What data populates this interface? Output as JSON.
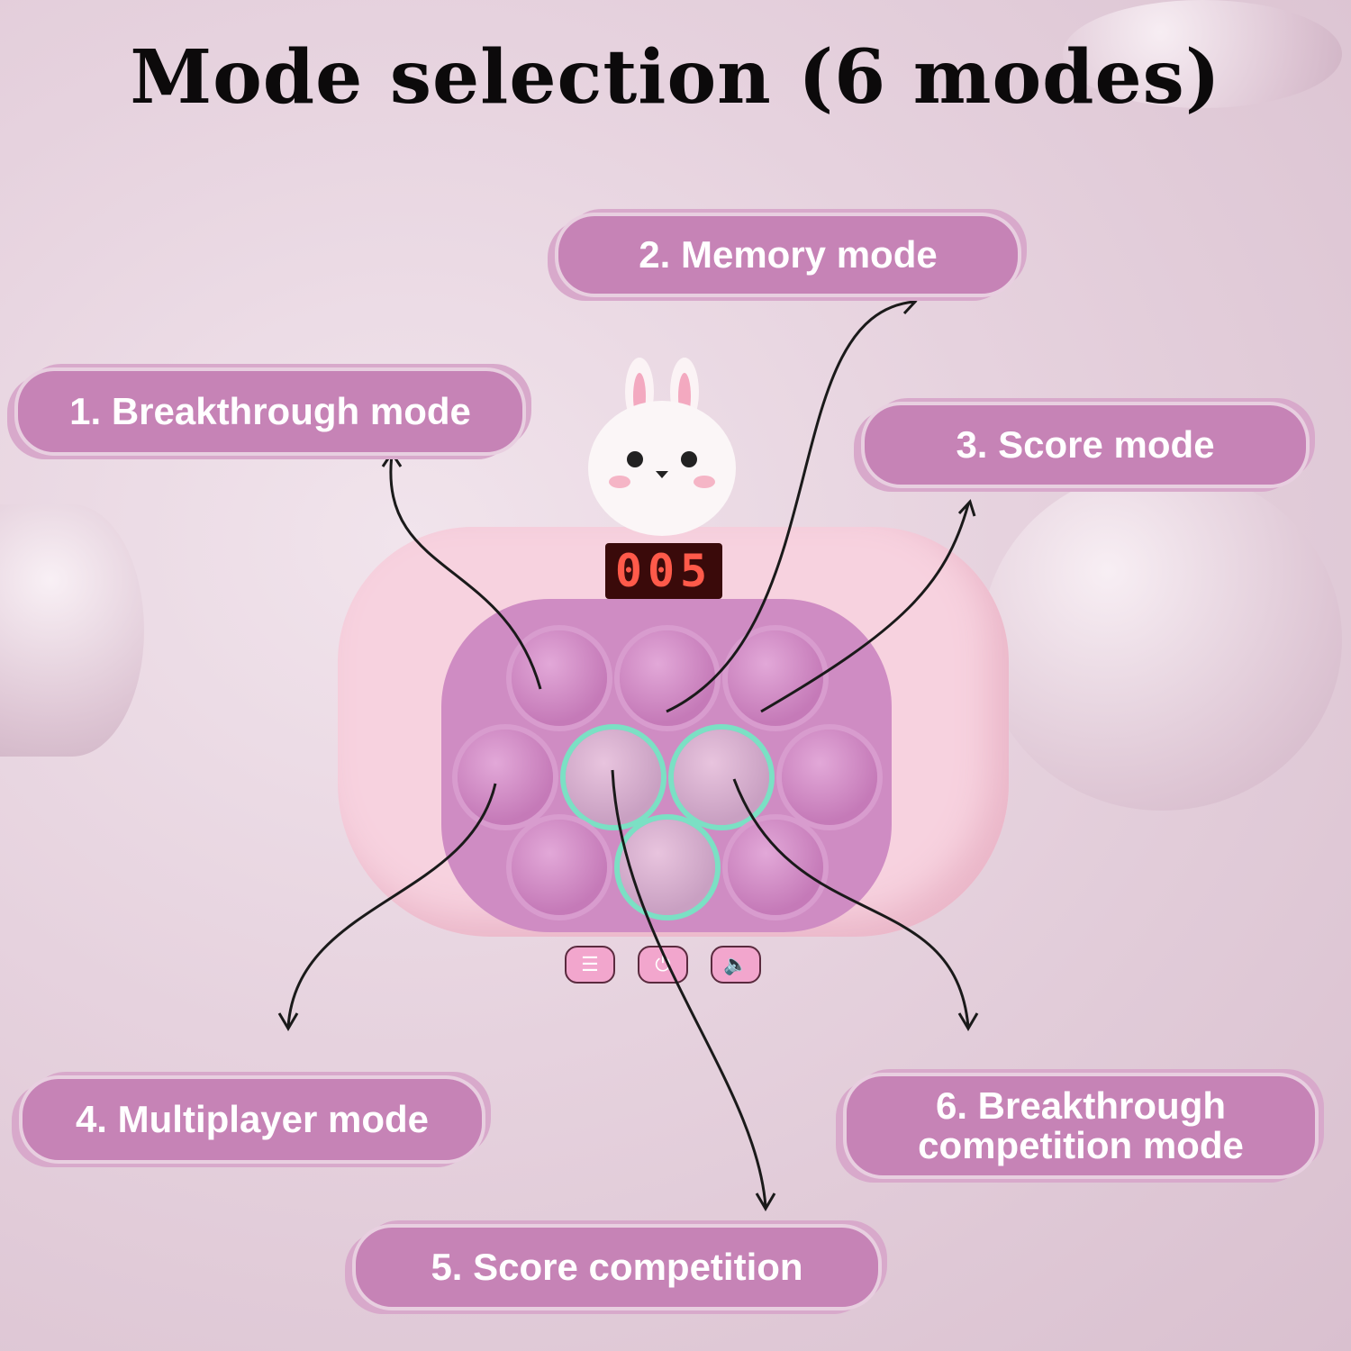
{
  "title": "Mode selection (6 modes)",
  "device": {
    "display": "005",
    "buttons": [
      {
        "icon": "menu-icon",
        "glyph": "☰"
      },
      {
        "icon": "power-icon",
        "glyph": "⏻"
      },
      {
        "icon": "speaker-icon",
        "glyph": "🔈"
      }
    ]
  },
  "modes": [
    "1. Breakthrough mode",
    "2. Memory mode",
    "3. Score mode",
    "4. Multiplayer mode",
    "5. Score competition",
    "6. Breakthrough competition mode"
  ],
  "colors": {
    "label_bg": "#c683b6",
    "device": "#f7d2df",
    "panel": "#cf8cc3",
    "lit_ring": "#7be0c4"
  }
}
